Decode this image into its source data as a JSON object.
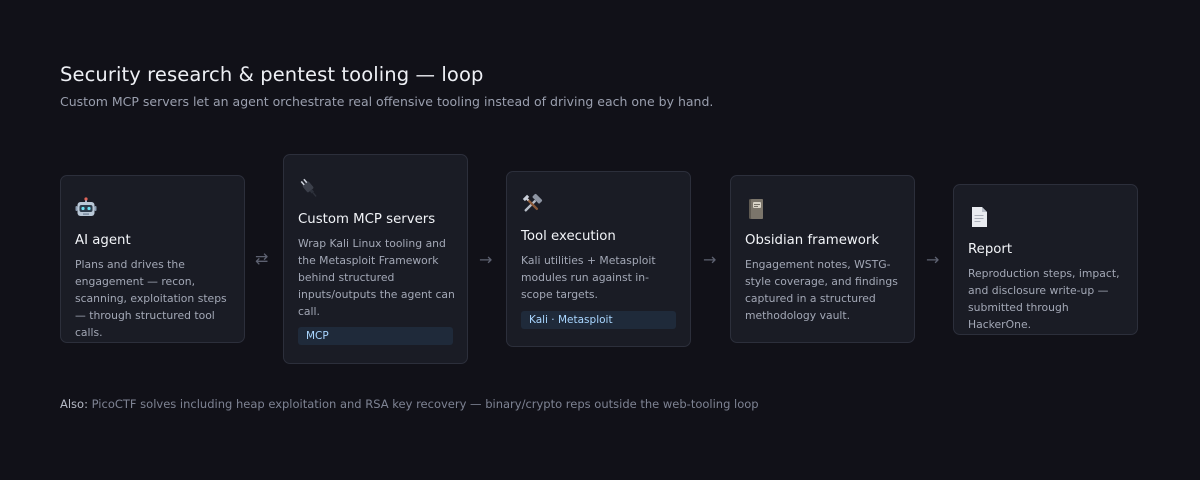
{
  "header": {
    "title": "Security research & pentest tooling — loop",
    "subtitle": "Custom MCP servers let an agent orchestrate real offensive tooling instead of driving each one by hand."
  },
  "cards": [
    {
      "icon": "robot-icon",
      "title": "AI agent",
      "description": "Plans and drives the engagement — recon, scanning, exploitation steps — through structured tool calls."
    },
    {
      "icon": "plug-icon",
      "title": "Custom MCP servers",
      "description": "Wrap Kali Linux tooling and the Metasploit Framework behind structured inputs/outputs the agent can call.",
      "tag": "MCP"
    },
    {
      "icon": "tools-icon",
      "title": "Tool execution",
      "description": "Kali utilities + Metasploit modules run against in-scope targets.",
      "tag": "Kali · Metasploit"
    },
    {
      "icon": "notebook-icon",
      "title": "Obsidian framework",
      "description": "Engagement notes, WSTG-style coverage, and findings captured in a structured methodology vault."
    },
    {
      "icon": "document-icon",
      "title": "Report",
      "description": "Reproduction steps, impact, and disclosure write-up — submitted through HackerOne."
    }
  ],
  "connectors": [
    "⇄",
    "→",
    "→",
    "→"
  ],
  "footer": {
    "label": "Also:",
    "text": " PicoCTF solves including heap exploitation and RSA key recovery — binary/crypto reps outside the web-tooling loop"
  }
}
